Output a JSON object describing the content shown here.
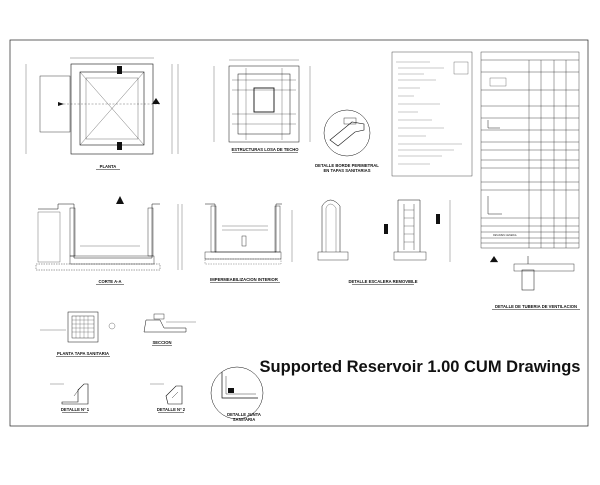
{
  "title": "Supported Reservoir 1.00 CUM Drawings",
  "views": {
    "planta": "PLANTA",
    "estructuras": "ESTRUCTURAS LOSA DE TECHO",
    "detalle_borde_1": "DETALLE BORDE PERIMETRAL",
    "detalle_borde_2": "EN TAPAS SANITARIAS",
    "corte": "CORTE A-A",
    "impermeabilizacion": "IMPERMEABILIZACION INTERIOR",
    "escalera": "DETALLE ESCALERA REMOVIBLE",
    "tuberia": "DETALLE DE TUBERIA DE VENTILACION",
    "planta_tapa": "PLANTA TAPA SANITARIA",
    "seccion": "SECCION",
    "detalle1": "DETALLE Nº 1",
    "detalle2": "DETALLE Nº 2",
    "junta_1": "DETALLE JUNTA",
    "junta_2": "SANITARIA"
  },
  "table_note": "RESUMEN GENERAL",
  "colors": {
    "ink": "#111111",
    "line": "#222222",
    "paper": "#ffffff"
  }
}
